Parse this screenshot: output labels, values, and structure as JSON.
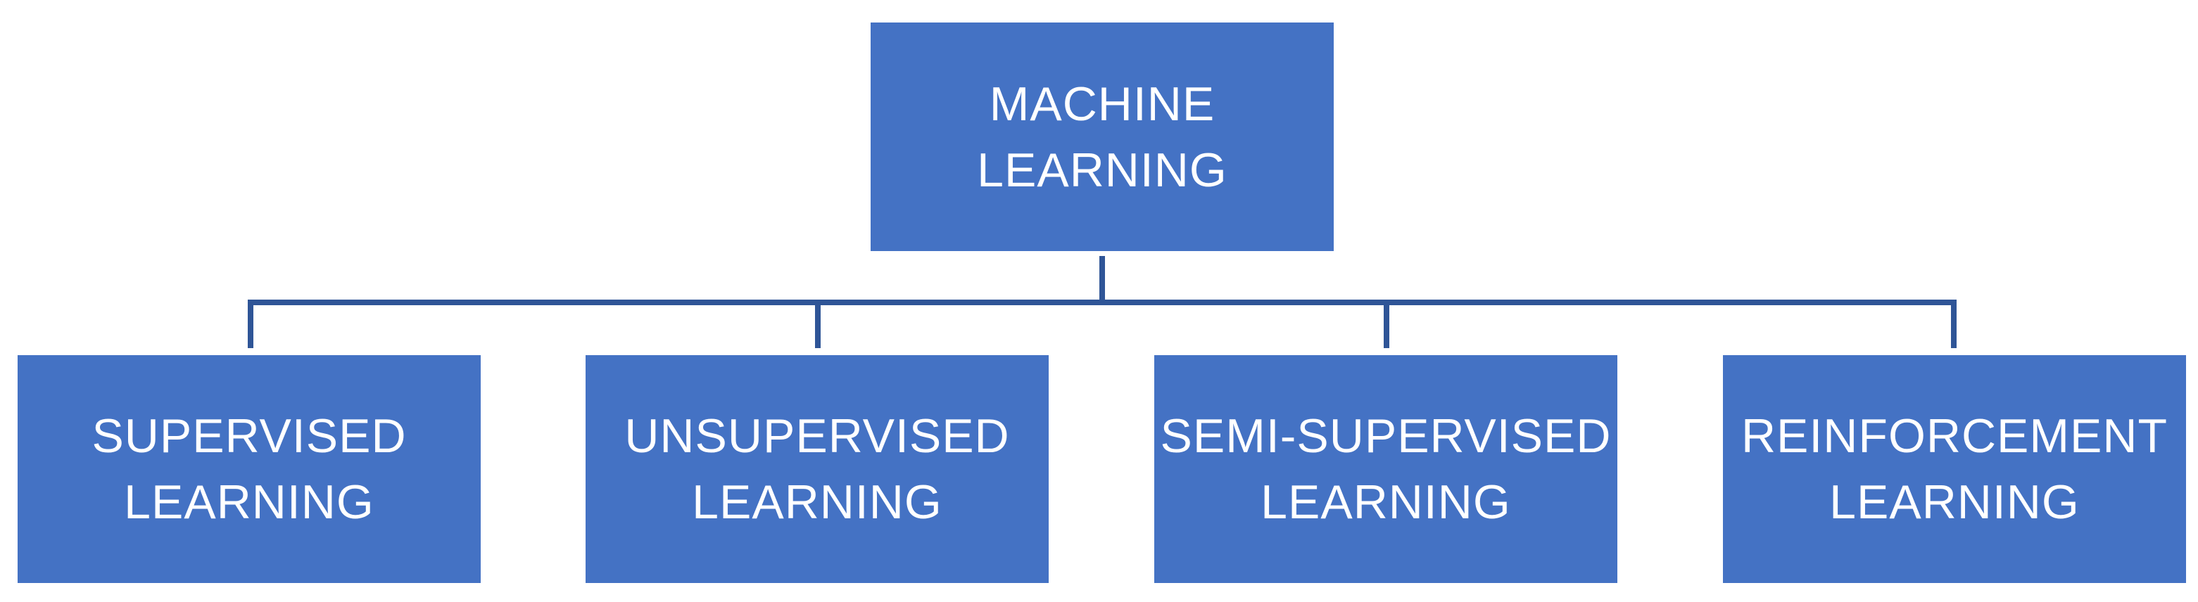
{
  "diagram": {
    "root": {
      "line1": "MACHINE",
      "line2": "LEARNING"
    },
    "children": [
      {
        "line1": "SUPERVISED",
        "line2": "LEARNING"
      },
      {
        "line1": "UNSUPERVISED",
        "line2": "LEARNING"
      },
      {
        "line1": "SEMI-SUPERVISED",
        "line2": "LEARNING"
      },
      {
        "line1": "REINFORCEMENT",
        "line2": "LEARNING"
      }
    ],
    "colors": {
      "node_fill": "#4472c4",
      "node_text": "#ffffff",
      "connector": "#2f5597"
    }
  }
}
